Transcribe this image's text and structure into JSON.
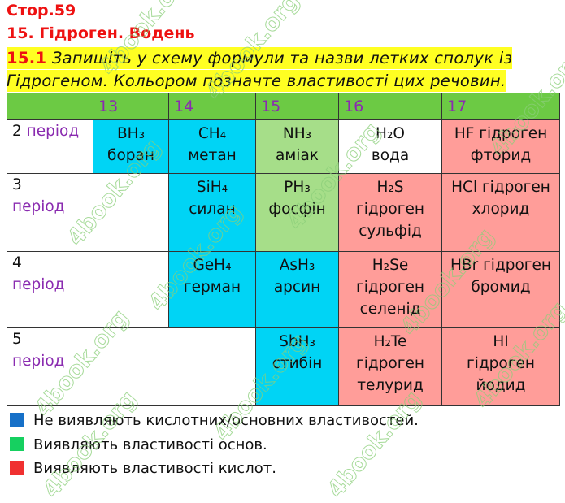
{
  "header": {
    "page": "Стор.59",
    "topic": "15. Гідроген. Водень"
  },
  "task": {
    "number": "15.1",
    "line1": "Запишіть у схему формули та назви летких сполук із",
    "line2": "Гідрогеном. Кольором позначте властивості цих речовин."
  },
  "table": {
    "groups": [
      "13",
      "14",
      "15",
      "16",
      "17"
    ],
    "period_word": "період",
    "rows": [
      {
        "period": "2",
        "cells": [
          {
            "formula": "BH₃",
            "name": [
              "боран"
            ],
            "color": "blue"
          },
          {
            "formula": "CH₄",
            "name": [
              "метан"
            ],
            "color": "blue"
          },
          {
            "formula": "NH₃",
            "name": [
              "аміак"
            ],
            "color": "green"
          },
          {
            "formula": "H₂O",
            "name": [
              "вода"
            ],
            "color": "white"
          },
          {
            "formula": "HF гідроген",
            "name": [
              "фторид"
            ],
            "color": "red"
          }
        ]
      },
      {
        "period": "3",
        "cells": [
          null,
          {
            "formula": "SiH₄",
            "name": [
              "силан"
            ],
            "color": "blue"
          },
          {
            "formula": "PH₃",
            "name": [
              "фосфін"
            ],
            "color": "green"
          },
          {
            "formula": "H₂S",
            "name": [
              "гідроген",
              "сульфід"
            ],
            "color": "red"
          },
          {
            "formula": "HCl гідроген",
            "name": [
              "хлорид"
            ],
            "color": "red"
          }
        ]
      },
      {
        "period": "4",
        "cells": [
          null,
          {
            "formula": "GeH₄",
            "name": [
              "герман"
            ],
            "color": "blue"
          },
          {
            "formula": "AsH₃",
            "name": [
              "арсин"
            ],
            "color": "blue"
          },
          {
            "formula": "H₂Se",
            "name": [
              "гідроген",
              "селенід"
            ],
            "color": "red"
          },
          {
            "formula": "HBr гідроген",
            "name": [
              "бромид"
            ],
            "color": "red"
          }
        ]
      },
      {
        "period": "5",
        "cells": [
          null,
          null,
          {
            "formula": "SbH₃",
            "name": [
              "стибін"
            ],
            "color": "blue"
          },
          {
            "formula": "H₂Te",
            "name": [
              "гідроген",
              "телурид"
            ],
            "color": "red"
          },
          {
            "formula": "HI",
            "name": [
              "гідроген",
              "йодид"
            ],
            "color": "red"
          }
        ]
      }
    ]
  },
  "legend": [
    {
      "color": "#1670c8",
      "label": "Не виявляють кислотних/основних властивостей."
    },
    {
      "color": "#16d060",
      "label": "Виявляють властивості основ."
    },
    {
      "color": "#f03030",
      "label": "Виявляють властивості кислот."
    }
  ],
  "colors": {
    "title": "#ee1111",
    "highlight": "#ffff22",
    "header_green": "#6cca44",
    "blue_cell": "#00d4f5",
    "green_cell": "#a6de89",
    "red_cell": "#ff9d99",
    "period_text": "#8a2bb0"
  },
  "watermark": "4book.org"
}
